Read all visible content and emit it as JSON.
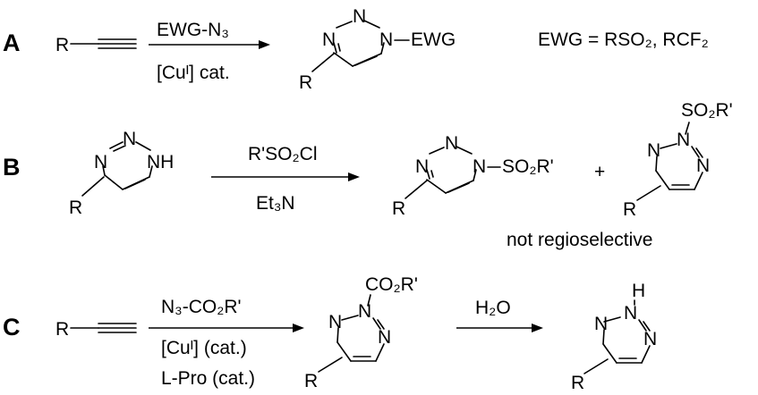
{
  "scheme": {
    "row_a": {
      "label": "A",
      "alkyne_r": "R",
      "reagent": "EWG-N₃",
      "condition": "[Cuᴵ] cat.",
      "product": {
        "n1": "N",
        "n2": "N",
        "n3": "N",
        "n_sub": "EWG",
        "r": "R"
      },
      "note": "EWG = RSO₂, RCF₂"
    },
    "row_b": {
      "label": "B",
      "start": {
        "n1": "N",
        "n2": "N",
        "nh": "NH",
        "r": "R"
      },
      "reagent": "R'SO₂Cl",
      "condition": "Et₃N",
      "product1": {
        "n1": "N",
        "n2": "N",
        "n3": "N",
        "n_sub": "SO₂R'",
        "r": "R"
      },
      "plus": "+",
      "product2": {
        "n1": "N",
        "n2": "N",
        "n3": "N",
        "n_sub": "SO₂R'",
        "r": "R"
      },
      "note": "not regioselective"
    },
    "row_c": {
      "label": "C",
      "alkyne_r": "R",
      "reagent": "N₃-CO₂R'",
      "condition1": "[Cuᴵ] (cat.)",
      "condition2": "L-Pro (cat.)",
      "product": {
        "n1": "N",
        "n2": "N",
        "n3": "N",
        "n_sub": "CO₂R'",
        "r": "R"
      },
      "reagent2": "H₂O",
      "final": {
        "n1": "N",
        "n2": "N",
        "n3": "N",
        "h": "H",
        "r": "R"
      }
    }
  }
}
